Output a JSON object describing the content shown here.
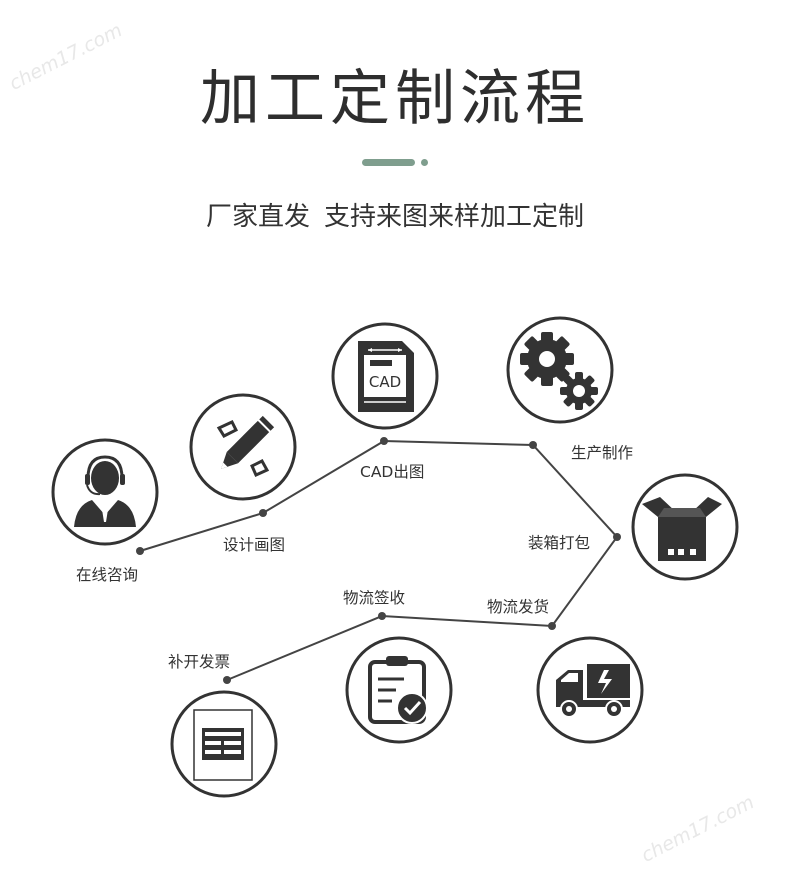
{
  "title": "加工定制流程",
  "subtitle_part1": "厂家直发",
  "subtitle_part2": "支持来图来样加工定制",
  "watermark": "chem17.com",
  "cad_badge": "CAD",
  "steps": [
    {
      "label": "在线咨询",
      "icon": "customer-service-icon"
    },
    {
      "label": "设计画图",
      "icon": "pencil-drawing-icon"
    },
    {
      "label": "CAD出图",
      "icon": "cad-file-icon"
    },
    {
      "label": "生产制作",
      "icon": "gears-icon"
    },
    {
      "label": "装箱打包",
      "icon": "box-icon"
    },
    {
      "label": "物流发货",
      "icon": "truck-icon"
    },
    {
      "label": "物流签收",
      "icon": "clipboard-check-icon"
    },
    {
      "label": "补开发票",
      "icon": "invoice-icon"
    }
  ],
  "colors": {
    "accent": "#7f9e8e",
    "line": "#444444",
    "icon": "#333333"
  }
}
